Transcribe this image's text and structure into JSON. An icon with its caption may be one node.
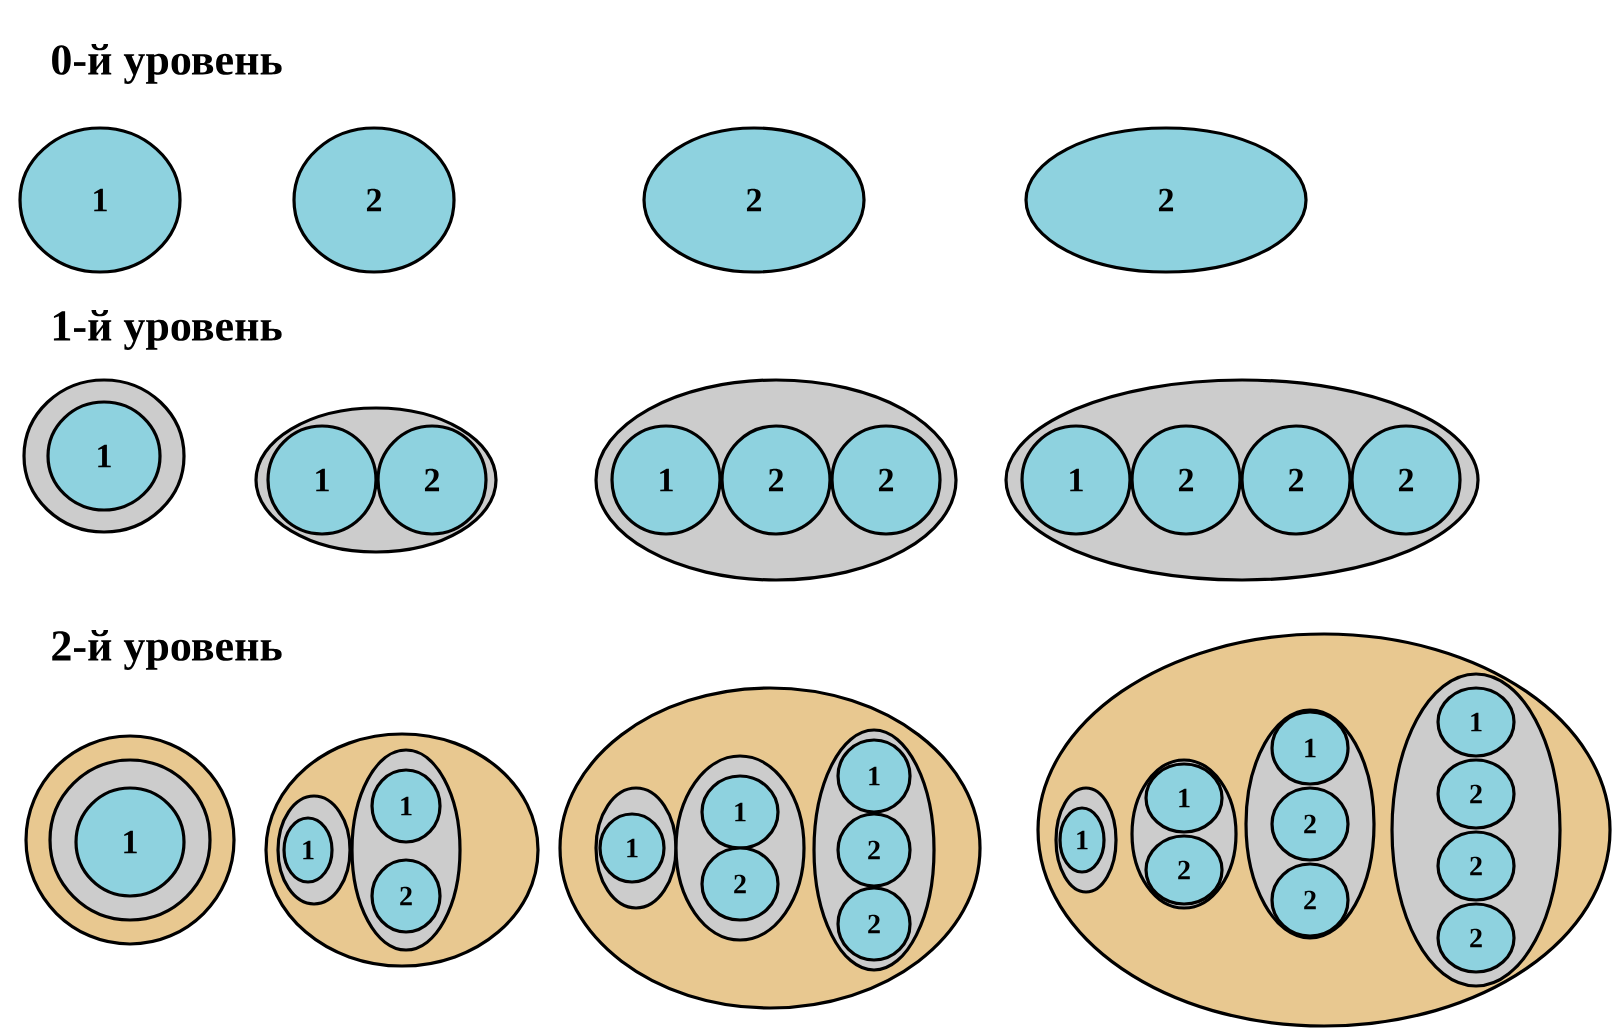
{
  "diagram": {
    "nodes": [
      {
        "text": [
          "1"
        ]
      },
      {
        "text": [
          "2"
        ]
      },
      {
        "text": [
          "2"
        ]
      },
      {
        "text": [
          "2"
        ]
      },
      {
        "text": [],
        "shape": "ellipse"
      },
      {
        "text": [
          "1"
        ],
        "in": 4
      },
      {
        "text": [],
        "shape": "ellipse"
      },
      {
        "text": [
          "1"
        ],
        "in": 6
      },
      {
        "text": [
          "2"
        ],
        "in": 6
      },
      {
        "text": [],
        "shape": "ellipse"
      },
      {
        "text": [
          "1"
        ],
        "in": 9
      },
      {
        "text": [
          "2"
        ],
        "in": 9
      },
      {
        "text": [
          "2"
        ],
        "in": 9
      },
      {
        "text": [],
        "shape": "ellipse"
      },
      {
        "text": [
          "1"
        ],
        "in": 13
      },
      {
        "text": [
          "2"
        ],
        "in": 13
      },
      {
        "text": [
          "2"
        ],
        "in": 13
      },
      {
        "text": [
          "2"
        ],
        "in": 13
      },
      {
        "text": [],
        "shape": "ellipse"
      },
      {
        "text": [],
        "shape": "ellipse",
        "in": 18
      },
      {
        "text": [
          "1"
        ],
        "in": 19
      },
      {
        "text": [],
        "shape": "ellipse"
      },
      {
        "text": [],
        "shape": "ellipse",
        "in": 21
      },
      {
        "text": [
          "1"
        ],
        "in": 22
      },
      {
        "text": [],
        "shape": "ellipse",
        "in": 21
      },
      {
        "text": [
          "1"
        ],
        "in": 24
      },
      {
        "text": [
          "2"
        ],
        "in": 24
      },
      {
        "text": [],
        "shape": "ellipse"
      },
      {
        "text": [],
        "shape": "ellipse",
        "in": 27
      },
      {
        "text": [
          "1"
        ],
        "in": 28
      },
      {
        "text": [],
        "shape": "ellipse",
        "in": 27
      },
      {
        "text": [
          "1"
        ],
        "in": 30
      },
      {
        "text": [
          "2"
        ],
        "in": 30
      },
      {
        "text": [],
        "shape": "ellipse",
        "in": 27
      },
      {
        "text": [
          "1"
        ],
        "in": 33
      },
      {
        "text": [
          "2"
        ],
        "in": 33
      },
      {
        "text": [
          "2"
        ],
        "in": 33
      },
      {
        "text": [],
        "shape": "ellipse"
      },
      {
        "text": [],
        "shape": "ellipse",
        "in": 37
      },
      {
        "text": [
          "1"
        ],
        "in": 38
      },
      {
        "text": [],
        "shape": "ellipse",
        "in": 37
      },
      {
        "text": [
          "1"
        ],
        "in": 40
      },
      {
        "text": [
          "2"
        ],
        "in": 40
      },
      {
        "text": [],
        "shape": "ellipse",
        "in": 37
      },
      {
        "text": [
          "1"
        ],
        "in": 43
      },
      {
        "text": [
          "2"
        ],
        "in": 43
      },
      {
        "text": [
          "2"
        ],
        "in": 43
      },
      {
        "text": [],
        "shape": "ellipse",
        "in": 37
      },
      {
        "text": [
          "1"
        ],
        "in": 47
      },
      {
        "text": [
          "2"
        ],
        "in": 47
      },
      {
        "text": [
          "2"
        ],
        "in": 47
      },
      {
        "text": [
          "2"
        ],
        "in": 47
      }
    ],
    "labels": [
      "0-й уровень",
      "1-й уровень",
      "2-й уровень"
    ]
  }
}
